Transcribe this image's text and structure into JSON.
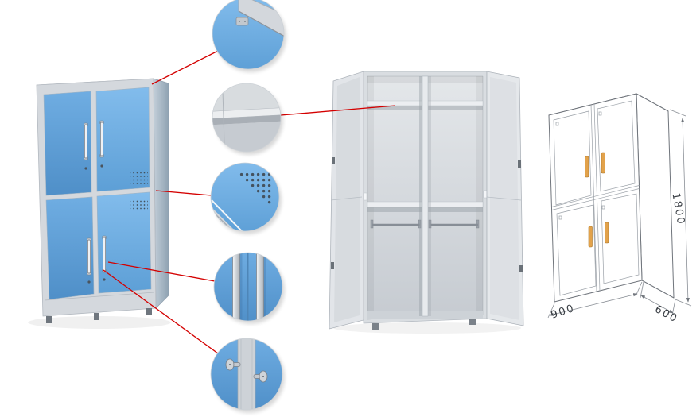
{
  "colors": {
    "door_blue": "#5fa8e0",
    "frame_gray": "#d4d8dd",
    "leader_red": "#d40000",
    "handle_orange": "#e2a24b",
    "sketch_line": "#70757c"
  },
  "dimensions": {
    "height": "1800",
    "width": "900",
    "depth": "600"
  },
  "callouts": [
    {
      "name": "top-corner-detail"
    },
    {
      "name": "shelf-detail"
    },
    {
      "name": "vent-holes-detail"
    },
    {
      "name": "handle-rails-detail"
    },
    {
      "name": "lock-latch-detail"
    }
  ]
}
